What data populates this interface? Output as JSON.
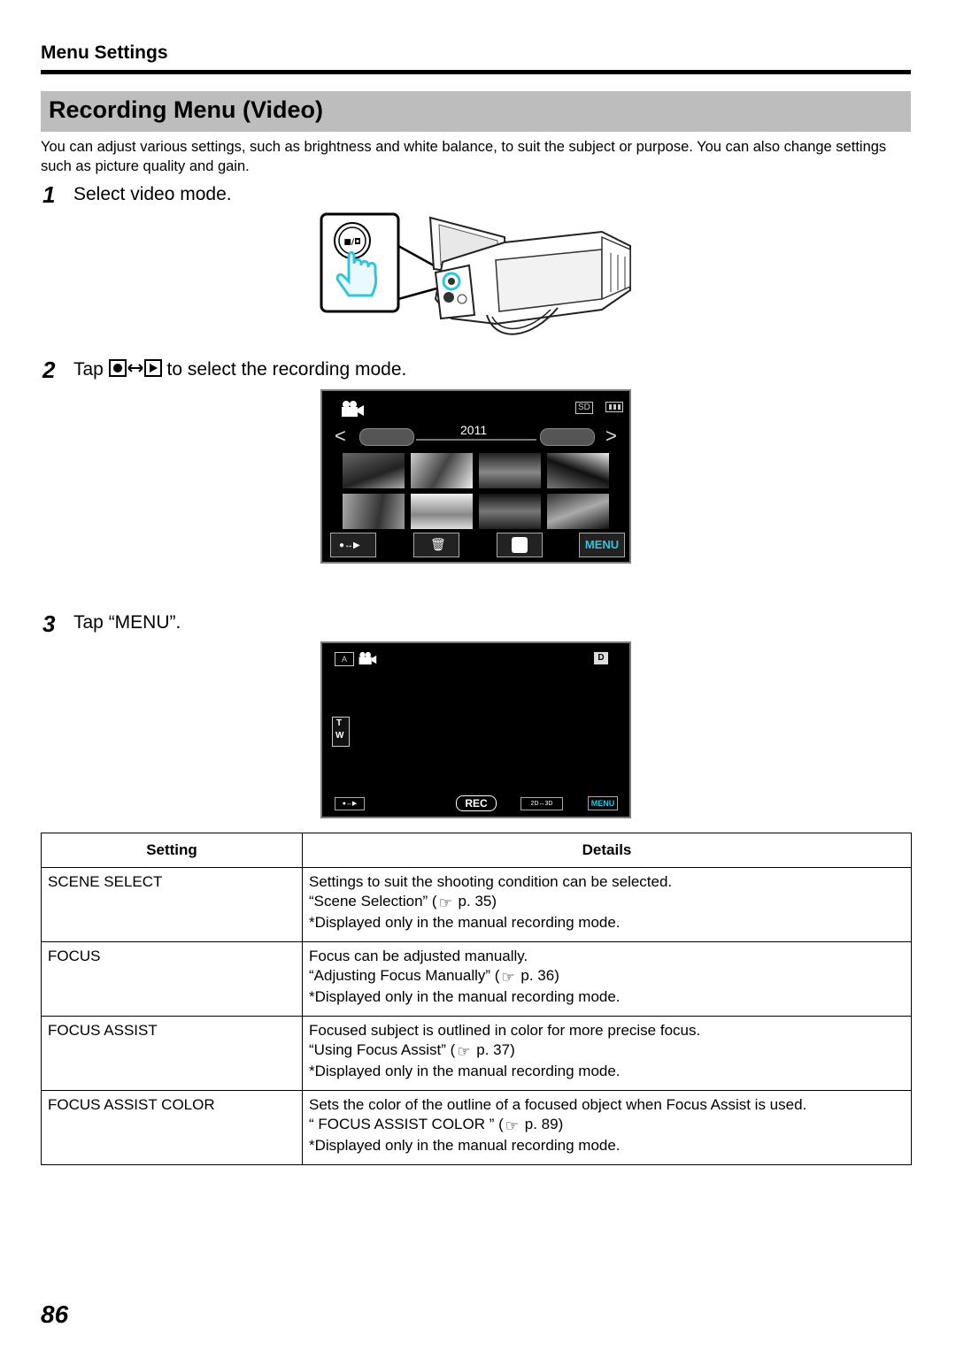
{
  "header": {
    "section_label": "Menu Settings",
    "title": "Recording Menu (Video)"
  },
  "intro": "You can adjust various settings, such as brightness and white balance, to suit the subject or purpose. You can also change settings such as picture quality and gain.",
  "steps": [
    {
      "number": "1",
      "text": "Select video mode."
    },
    {
      "number": "2",
      "text_before": "Tap",
      "text_after": "to select the recording mode."
    },
    {
      "number": "3",
      "text": "Tap “MENU”."
    }
  ],
  "screen_playback": {
    "media_badge": "SD",
    "year": "2011",
    "menu_label": "MENU",
    "icons": [
      "movie-camera-icon",
      "battery-icon",
      "prev-arrow-icon",
      "next-arrow-icon",
      "trash-icon",
      "gear-icon",
      "mode-switch-icon"
    ]
  },
  "screen_record": {
    "badge_d": "D",
    "zoom_t": "T",
    "zoom_w": "W",
    "rec_label": "REC",
    "mode_2d3d": "2D↔3D",
    "menu_label": "MENU"
  },
  "table": {
    "headers": [
      "Setting",
      "Details"
    ],
    "rows": [
      {
        "setting": "SCENE SELECT",
        "line1": "Settings to suit the shooting condition can be selected.",
        "ref_text": "“Scene Selection” (",
        "ref_page": " p. 35)",
        "note": "*Displayed only in the manual recording mode."
      },
      {
        "setting": "FOCUS",
        "line1": "Focus can be adjusted manually.",
        "ref_text": "“Adjusting Focus Manually” (",
        "ref_page": " p. 36)",
        "note": "*Displayed only in the manual recording mode."
      },
      {
        "setting": "FOCUS ASSIST",
        "line1": "Focused subject is outlined in color for more precise focus.",
        "ref_text": "“Using Focus Assist” (",
        "ref_page": " p. 37)",
        "note": "*Displayed only in the manual recording mode."
      },
      {
        "setting": "FOCUS ASSIST COLOR",
        "line1": "Sets the color of the outline of a focused object when Focus Assist is used.",
        "ref_text": "“ FOCUS ASSIST COLOR ” (",
        "ref_page": " p. 89)",
        "note": "*Displayed only in the manual recording mode."
      }
    ]
  },
  "page_number": "86",
  "colors": {
    "title_bar": "#bdbdbd",
    "accent_cyan": "#2fc4e0",
    "screen_bg": "#000000"
  }
}
